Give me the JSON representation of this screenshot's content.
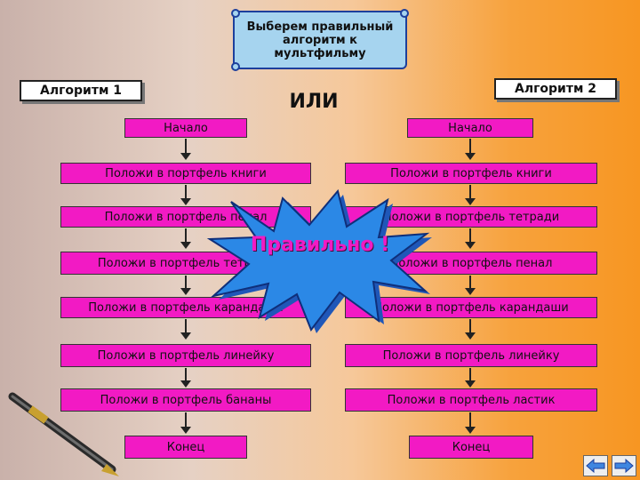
{
  "title": "Выберем правильный алгоритм к мультфильму",
  "or_label": "ИЛИ",
  "algorithm1": {
    "label": "Алгоритм 1",
    "start": "Начало",
    "steps": [
      "Положи в портфель книги",
      "Положи в портфель пенал",
      "Положи в портфель тетради",
      "Положи в портфель карандаши",
      "Положи в портфель линейку",
      "Положи в портфель бананы"
    ],
    "end": "Конец"
  },
  "algorithm2": {
    "label": "Алгоритм 2",
    "start": "Начало",
    "steps": [
      "Положи в портфель книги",
      "Положи в портфель тетради",
      "Положи в портфель пенал",
      "Положи в портфель карандаши",
      "Положи в портфель линейку",
      "Положи в портфель ластик"
    ],
    "end": "Конец"
  },
  "burst_text": "Правильно !",
  "colors": {
    "box": "#f21ac4",
    "scroll": "#a6d4ef",
    "burst": "#2b88e6"
  },
  "icons": {
    "nav_back": "left-arrow-icon",
    "nav_forward": "right-arrow-icon",
    "pen": "pen-icon"
  }
}
